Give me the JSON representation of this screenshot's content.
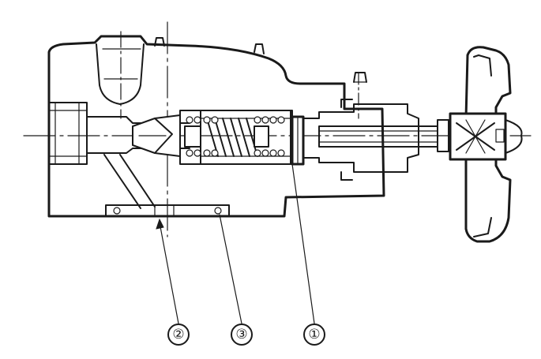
{
  "callouts": [
    {
      "id": "callout-2",
      "label": "②"
    },
    {
      "id": "callout-3",
      "label": "③"
    },
    {
      "id": "callout-1",
      "label": "①"
    }
  ]
}
